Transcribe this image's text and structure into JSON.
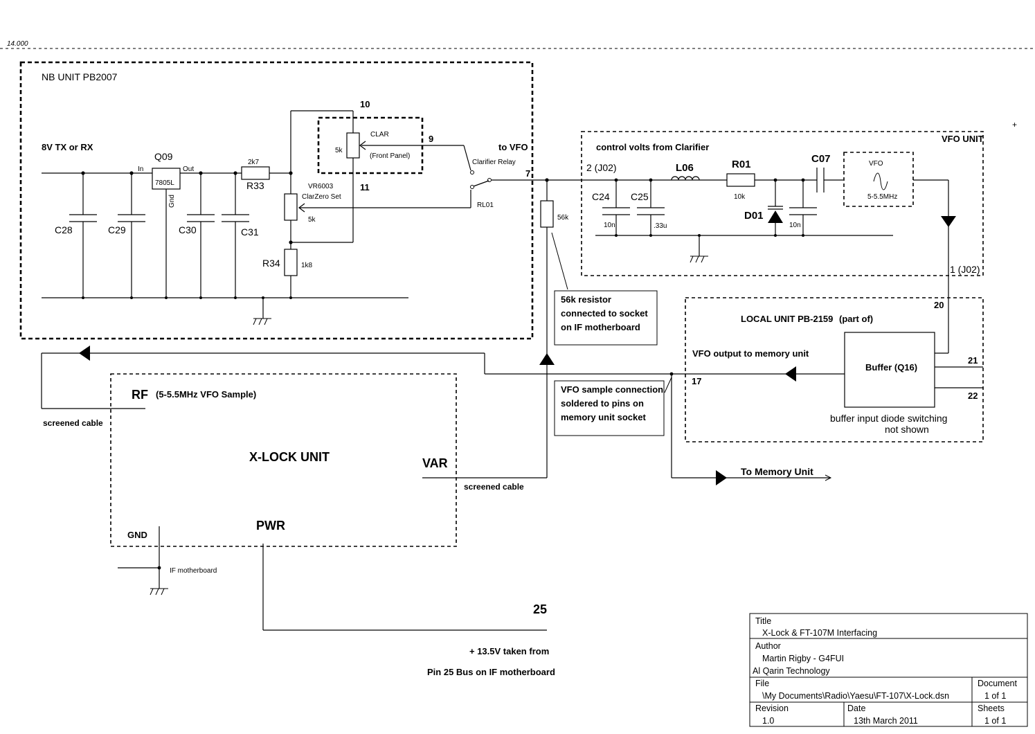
{
  "top_marker": "14.000",
  "nb_unit": {
    "title": "NB UNIT PB2007",
    "supply_label": "8V TX or RX",
    "q09": "Q09",
    "q09_in": "In",
    "q09_out": "Out",
    "q09_part": "7805L",
    "q09_gnd": "Gnd",
    "c28": "C28",
    "c29": "C29",
    "c30": "C30",
    "c31": "C31",
    "r33_value": "2k7",
    "r33": "R33",
    "r34": "R34",
    "r34_value": "1k8",
    "vr6003": "VR6003",
    "vr6003_name": "ClarZero Set",
    "vr6003_value": "5k",
    "clar_label": "CLAR",
    "clar_value": "5k",
    "clar_panel": "(Front Panel)",
    "pin10": "10",
    "pin9": "9",
    "pin11": "11",
    "pin7": "7",
    "to_vfo": "to VFO",
    "relay_label": "Clarifier Relay",
    "relay_ref": "RL01"
  },
  "r56k_value": "56k",
  "note_56k": [
    "56k resistor",
    "connected to socket",
    "on IF motherboard"
  ],
  "vfo_unit": {
    "title": "VFO UNIT",
    "control_label": "control volts from Clarifier",
    "j02_in": "2 (J02)",
    "j02_out": "1 (J02)",
    "c24": "C24",
    "c24_value": "10n",
    "c25": "C25",
    "c25_value": ".33u",
    "l06": "L06",
    "r01": "R01",
    "r01_value": "10k",
    "c07": "C07",
    "d01": "D01",
    "c_10n": "10n",
    "vfo_box_label": "VFO",
    "vfo_box_freq": "5-5.5MHz"
  },
  "local_unit": {
    "title": "LOCAL UNIT PB-2159",
    "part_of": "(part of)",
    "pin20": "20",
    "pin21": "21",
    "pin22": "22",
    "pin17": "17",
    "vfo_output_label": "VFO output to memory unit",
    "buffer_label": "Buffer (Q16)",
    "note_line1": "buffer input diode switching",
    "note_line2": "not shown"
  },
  "note_vfo_sample": [
    "VFO sample connection",
    "soldered to pins on",
    "memory unit socket"
  ],
  "xlock": {
    "title": "X-LOCK UNIT",
    "rf": "RF",
    "rf_desc": "(5-5.5MHz VFO Sample)",
    "var": "VAR",
    "gnd": "GND",
    "pwr": "PWR",
    "screened_cable_1": "screened cable",
    "screened_cable_2": "screened cable",
    "if_motherboard": "IF motherboard"
  },
  "to_memory_unit": "To Memory Unit",
  "pin25": "25",
  "supply_note_1": "+ 13.5V taken from",
  "supply_note_2": "Pin 25 Bus on IF motherboard",
  "title_block": {
    "title_label": "Title",
    "title_value": "X-Lock & FT-107M Interfacing",
    "author_label": "Author",
    "author_line1": "Martin Rigby - G4FUI",
    "author_line2": "Al Qarin Technology",
    "file_label": "File",
    "file_value": "\\My Documents\\Radio\\Yaesu\\FT-107\\X-Lock.dsn",
    "document_label": "Document",
    "document_value": "1 of 1",
    "revision_label": "Revision",
    "revision_value": "1.0",
    "date_label": "Date",
    "date_value": "13th March 2011",
    "sheets_label": "Sheets",
    "sheets_value": "1 of 1"
  }
}
